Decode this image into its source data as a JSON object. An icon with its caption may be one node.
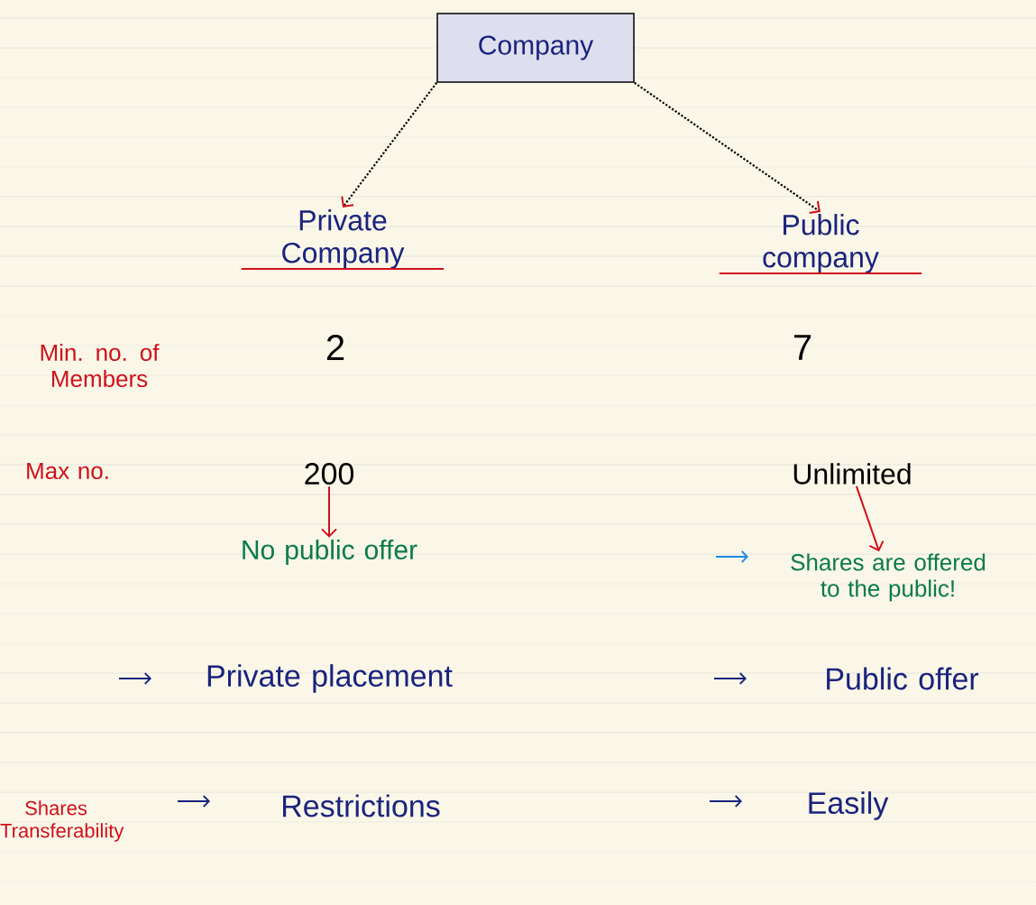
{
  "diagram": {
    "nodes": [
      {
        "text": [
          "Company"
        ]
      },
      {
        "text": [
          "Private Company"
        ]
      },
      {
        "text": [
          "Public company"
        ]
      },
      {
        "text": [
          "200"
        ]
      },
      {
        "text": [
          "No public offer"
        ]
      },
      {
        "text": [
          "Unlimited"
        ]
      },
      {
        "text": [
          "Shares are offered to the public!"
        ]
      }
    ],
    "edges": [
      {
        "from": 0,
        "to": 1,
        "arrow": "to",
        "style": "dashed"
      },
      {
        "from": 0,
        "to": 2,
        "arrow": "to",
        "style": "dashed"
      },
      {
        "from": 3,
        "to": 4,
        "arrow": "to",
        "color": "#d0101b"
      },
      {
        "from": 5,
        "to": 6,
        "arrow": "to",
        "color": "#d0101b"
      }
    ],
    "labels": [
      "Min. no. of Members",
      "2",
      "7",
      "Max no.",
      "Private placement",
      "Public offer",
      "Shares Transferability",
      "Restrictions",
      "Easily"
    ]
  }
}
